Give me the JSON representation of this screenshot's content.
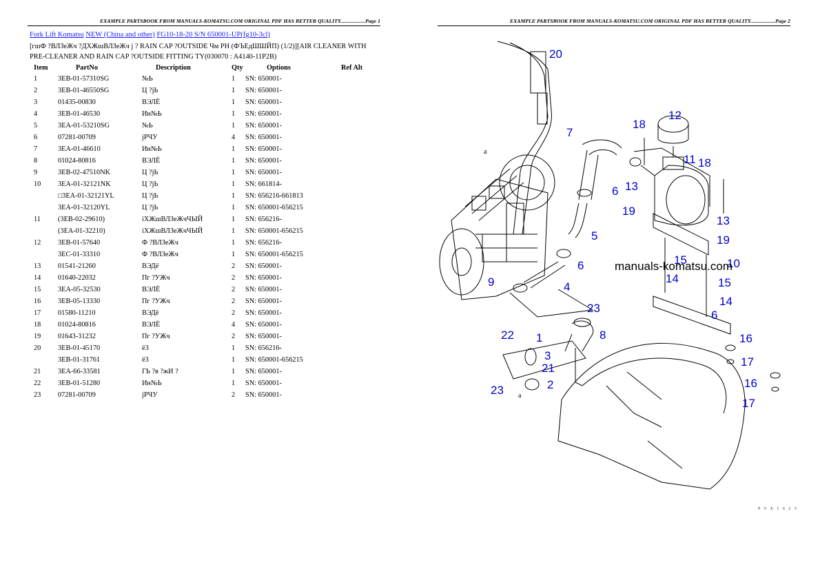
{
  "header_left": "EXAMPLE PARTSBOOK FROM MANUALS-KOMATSU.COM ORIGINAL PDF HAS BETTER QUALITY..................Page 1",
  "header_right": "EXAMPLE PARTSBOOK FROM MANUALS-KOMATSU.COM ORIGINAL PDF HAS BETTER QUALITY..................Page 2",
  "breadcrumb": {
    "items": [
      "Fork Lift Komatsu",
      "NEW (China and other)",
      "FG10-18-20 S/N 650001-UP(fg10-3cl)"
    ],
    "separators": [
      " ",
      " "
    ]
  },
  "subtitle": "[гшФ ?ВЛЗеЖч ?ДХЖшВЛЗеЖч j ? RAIN CAP ?OUTSIDE Чм РН (ФЪЕдШШЙП) (1/2)][AIR CLEANER WITH PRE-CLEANER AND RAIN CAP ?OUTSIDE FITTING TY(030070 : A4140-11P2B)",
  "table": {
    "headers": [
      "Item",
      "PartNo",
      "Description",
      "Qty",
      "Options",
      "Ref Alt"
    ],
    "rows": [
      [
        "1",
        "3EB-01-57310SG",
        "№Ь",
        "1",
        "SN: 650001-",
        ""
      ],
      [
        "2",
        "3EB-01-46550SG",
        "Ц ?jЬ",
        "1",
        "SN: 650001-",
        ""
      ],
      [
        "3",
        "01435-00830",
        "ВЭЛЁ",
        "1",
        "SN: 650001-",
        ""
      ],
      [
        "4",
        "3EB-01-46530",
        "Ин№Ь",
        "1",
        "SN: 650001-",
        ""
      ],
      [
        "5",
        "3EA-01-53210SG",
        "№Ь",
        "1",
        "SN: 650001-",
        ""
      ],
      [
        "6",
        "07281-00709",
        "jРЧУ",
        "4",
        "SN: 650001-",
        ""
      ],
      [
        "7",
        "3EA-01-46610",
        "Ин№Ь",
        "1",
        "SN: 650001-",
        ""
      ],
      [
        "8",
        "01024-80816",
        "ВЭЛЁ",
        "1",
        "SN: 650001-",
        ""
      ],
      [
        "9",
        "3EB-02-47510NK",
        "Ц ?jЬ",
        "1",
        "SN: 650001-",
        ""
      ],
      [
        "10",
        "3EA-01-32121NK",
        "Ц ?jЬ",
        "1",
        "SN: 661814-",
        ""
      ],
      [
        "",
        "□3EA-01-32121YL",
        "Ц ?jЬ",
        "1",
        "SN: 656216-661813",
        ""
      ],
      [
        "",
        "3EA-01-32120YL",
        "Ц ?jЬ",
        "1",
        "SN: 650001-656215",
        ""
      ],
      [
        "11",
        "(3EB-02-29610)",
        "iХЖшВЛЗеЖчЧЫЙ",
        "1",
        "SN: 656216-",
        ""
      ],
      [
        "",
        "(3EA-01-32210)",
        "iХЖшВЛЗеЖчЧЫЙ",
        "1",
        "SN: 650001-656215",
        ""
      ],
      [
        "12",
        "3EB-01-57640",
        "Ф ?ВЛЗеЖч",
        "1",
        "SN: 656216-",
        ""
      ],
      [
        "",
        "3EC-01-33310",
        "Ф ?ВЛЗеЖч",
        "1",
        "SN: 650001-656215",
        ""
      ],
      [
        "13",
        "01541-21260",
        "ВЭДё",
        "2",
        "SN: 650001-",
        ""
      ],
      [
        "14",
        "01640-22032",
        "Пг ?УЖч",
        "2",
        "SN: 650001-",
        ""
      ],
      [
        "15",
        "3EA-05-32530",
        "ВЭЛЁ",
        "2",
        "SN: 650001-",
        ""
      ],
      [
        "16",
        "3EB-05-13330",
        "Пг ?УЖч",
        "2",
        "SN: 650001-",
        ""
      ],
      [
        "17",
        "01580-11210",
        "ВЭДё",
        "2",
        "SN: 650001-",
        ""
      ],
      [
        "18",
        "01024-80816",
        "ВЭЛЁ",
        "4",
        "SN: 650001-",
        ""
      ],
      [
        "19",
        "01643-31232",
        "Пг ?УЖч",
        "2",
        "SN: 650001-",
        ""
      ],
      [
        "20",
        "3EB-01-45170",
        "ё3",
        "1",
        "SN: 656216-",
        ""
      ],
      [
        "",
        "3EB-01-31761",
        "ё3",
        "1",
        "SN: 650001-656215",
        ""
      ],
      [
        "21",
        "3EA-66-33581",
        "ГЬ ?в ?жИ ?",
        "1",
        "SN: 650001-",
        ""
      ],
      [
        "22",
        "3EB-01-51280",
        "Ин№Ь",
        "1",
        "SN: 650001-",
        ""
      ],
      [
        "23",
        "07281-00709",
        "jРЧУ",
        "2",
        "SN: 650001-",
        ""
      ]
    ]
  },
  "diagram": {
    "watermark": "manuals-komatsu.com",
    "callouts": [
      "20",
      "7",
      "12",
      "18",
      "11",
      "18",
      "13",
      "6",
      "19",
      "13",
      "19",
      "5",
      "15",
      "10",
      "6",
      "14",
      "15",
      "4",
      "14",
      "9",
      "6",
      "23",
      "1",
      "8",
      "16",
      "22",
      "3",
      "17",
      "21",
      "2",
      "16",
      "23",
      "17"
    ],
    "letters": [
      "a",
      "a"
    ],
    "footer_code": "P V E 1 6 2 5"
  }
}
